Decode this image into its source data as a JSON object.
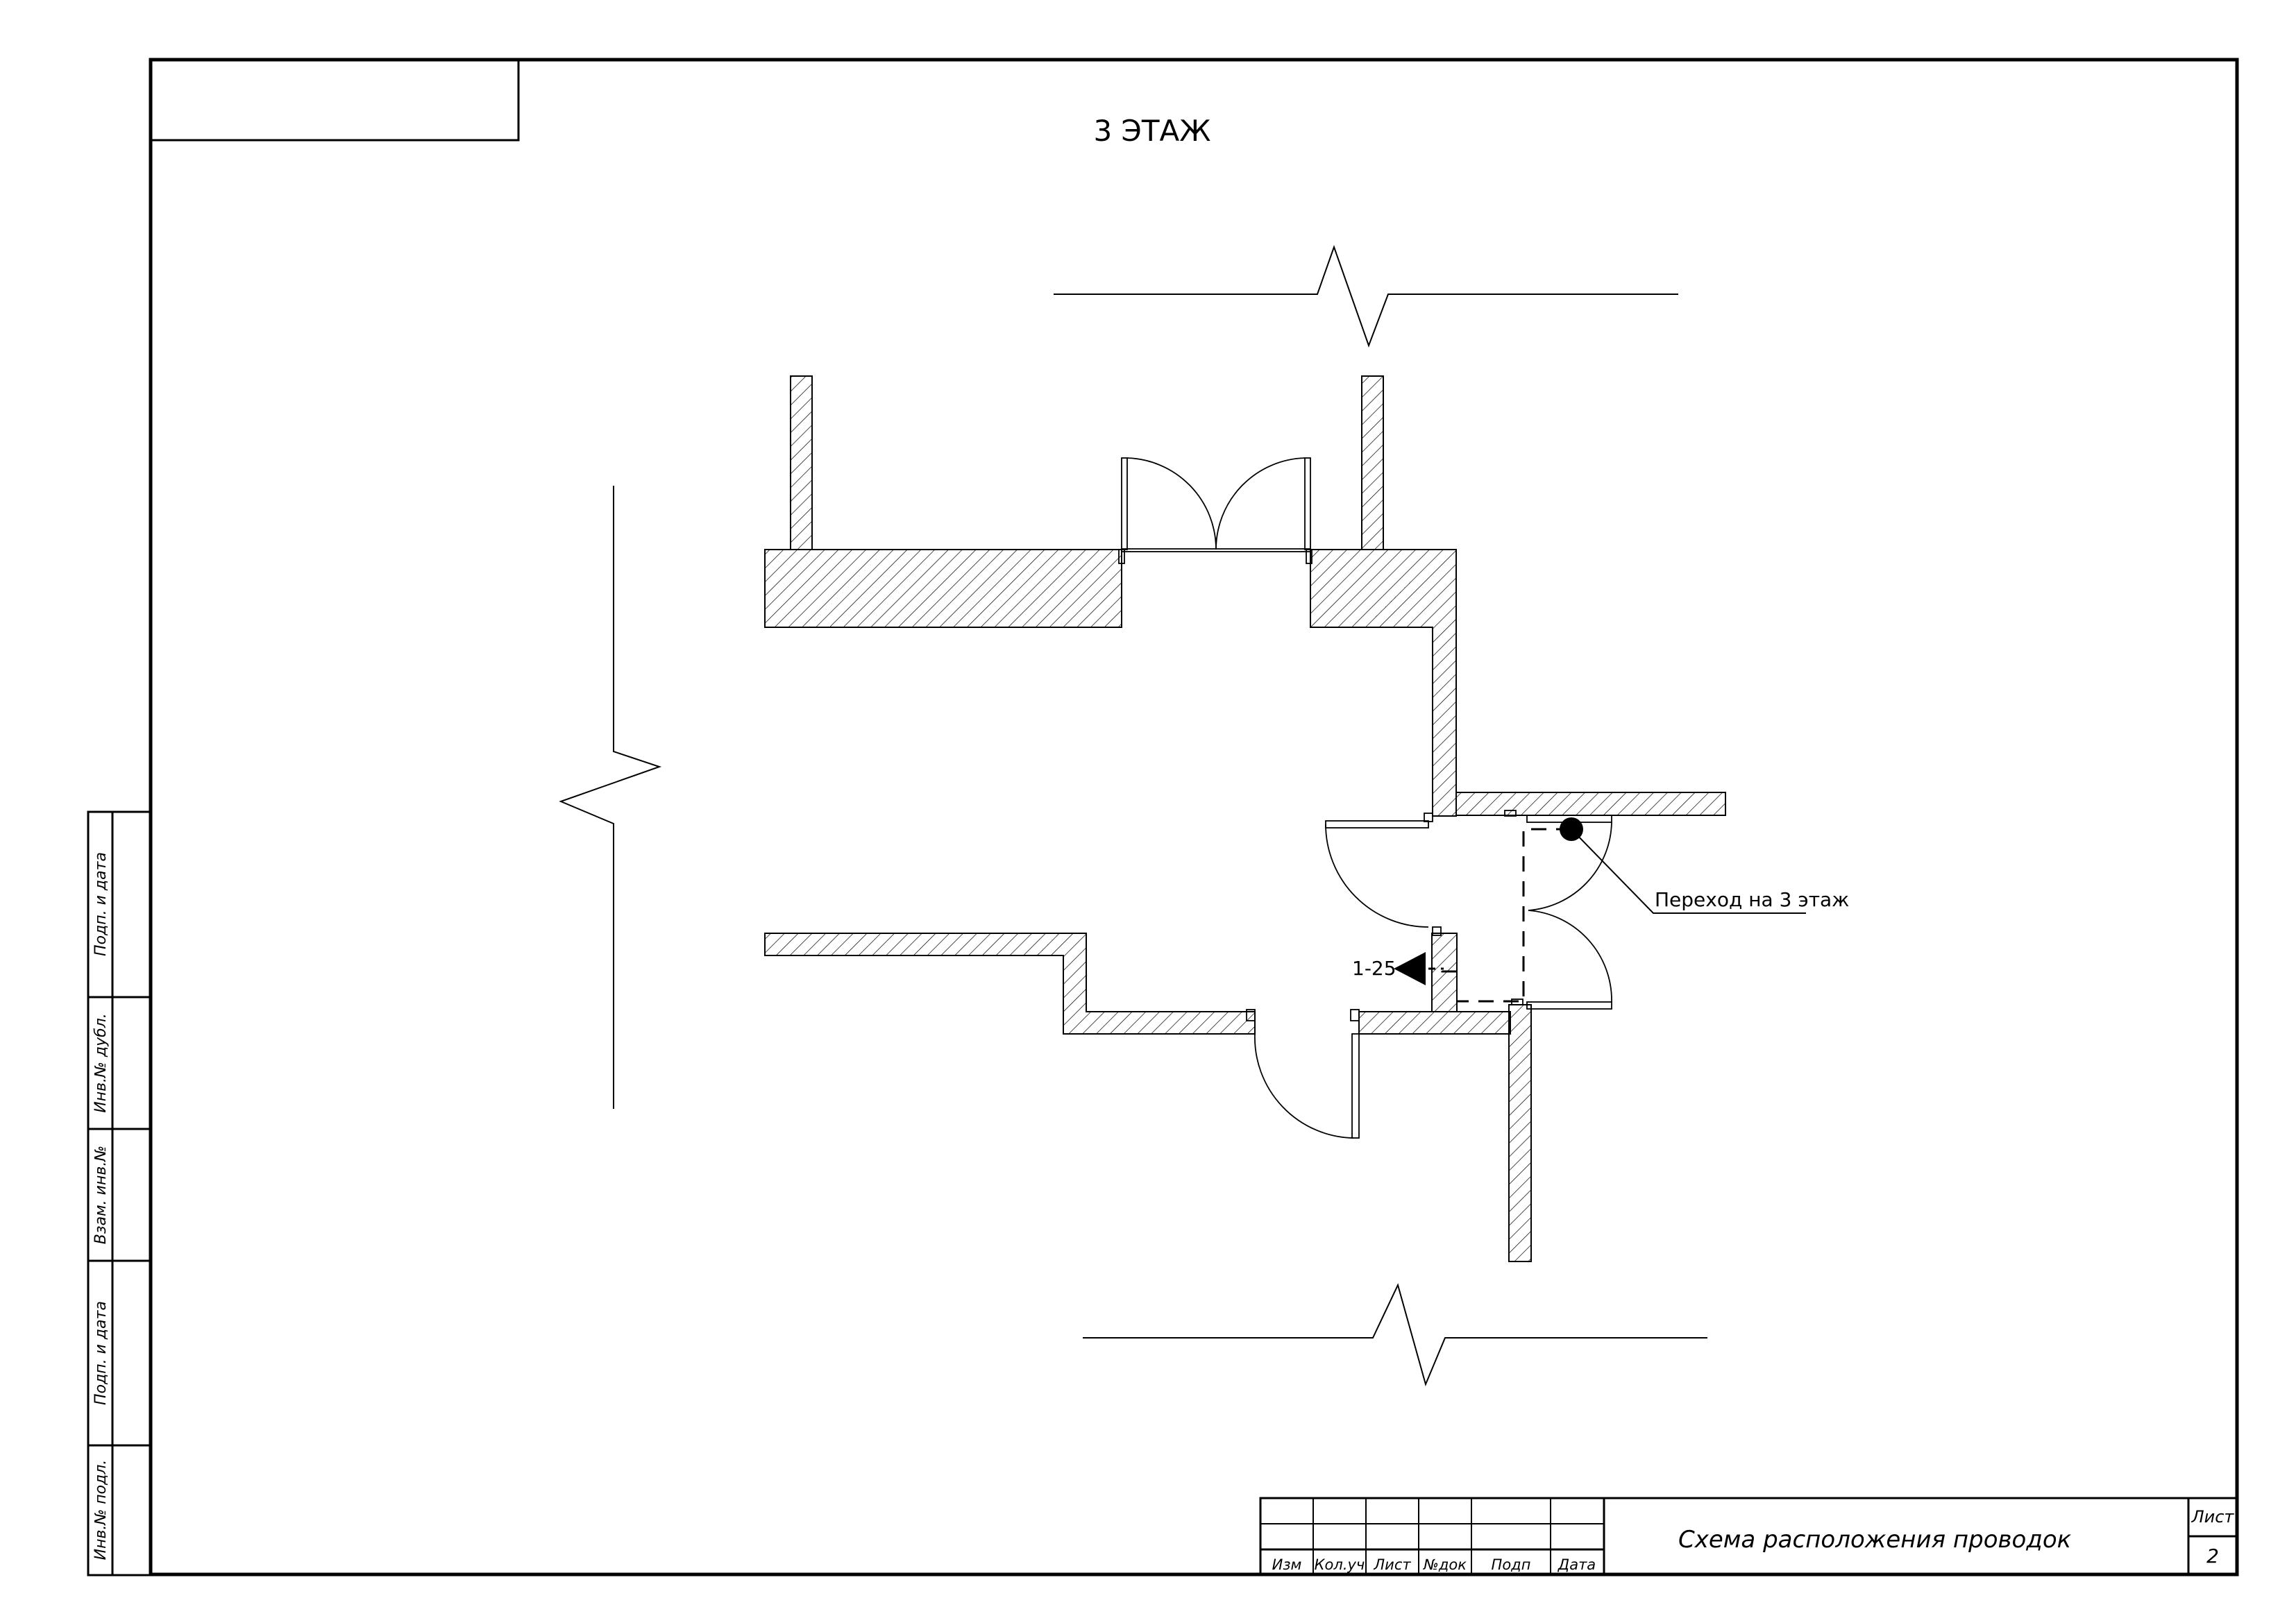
{
  "title": "3 ЭТАЖ",
  "annotation": "Переход на 3 этаж",
  "marker_label": "1-25",
  "side_stamp": [
    "Подп. и дата",
    "Инв.№ дубл.",
    "Взам. инв.№",
    "Подп. и дата",
    "Инв.№ подл."
  ],
  "title_block": {
    "headers": [
      "Изм",
      "Кол.уч",
      "Лист",
      "№док",
      "Подп",
      "Дата"
    ],
    "description": "Схема расположения проводок",
    "sheet_label": "Лист",
    "sheet_number": "2"
  }
}
